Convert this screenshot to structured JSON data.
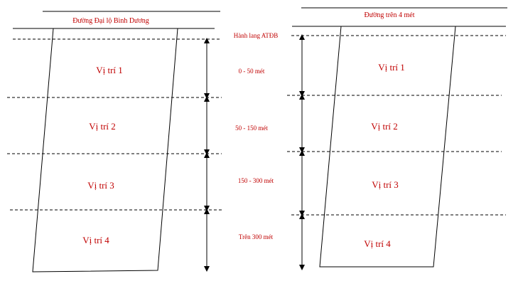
{
  "left_diagram": {
    "road_label": "Đường Đại lộ Bình Dương",
    "corridor_label": "Hành lang ATĐB",
    "positions": [
      "Vị trí 1",
      "Vị trí 2",
      "Vị trí 3",
      "Vị trí 4"
    ],
    "distances": [
      "0 - 50 mét",
      "50 - 150 mét",
      "150 - 300 mét",
      "Trên 300 mét"
    ]
  },
  "right_diagram": {
    "road_label": "Đường trên 4 mét",
    "positions": [
      "Vị trí 1",
      "Vị trí 2",
      "Vị trí 3",
      "Vị trí 4"
    ]
  },
  "colors": {
    "label": "#c00000",
    "line": "#000000"
  }
}
